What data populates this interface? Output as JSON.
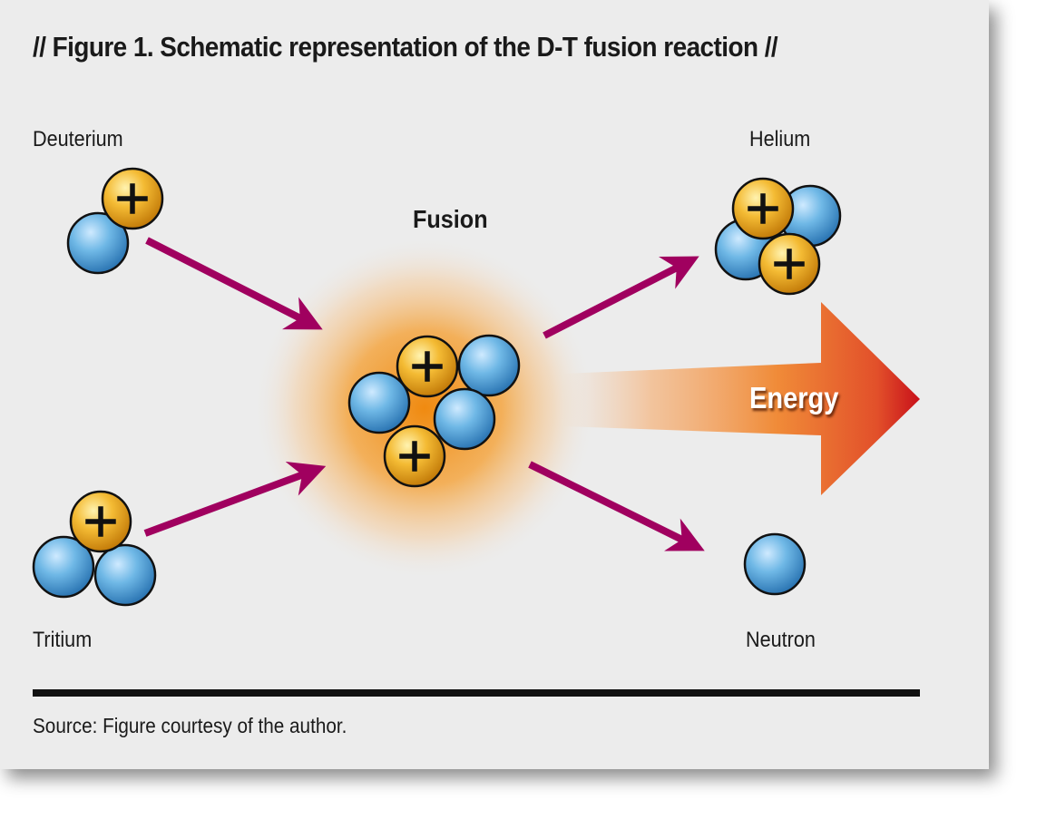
{
  "title": "// Figure 1. Schematic representation of the D-T fusion reaction  //",
  "labels": {
    "deuterium": "Deuterium",
    "tritium": "Tritium",
    "fusion": "Fusion",
    "helium": "Helium",
    "neutron": "Neutron",
    "energy": "Energy"
  },
  "source": "Source: Figure courtesy of the author.",
  "colors": {
    "background": "#ececec",
    "neutron": "#5aa9dc",
    "proton": "#f2b12a",
    "arrow": "#a0005f",
    "fusion_glow": "#f08c14",
    "energy_arrow": "#e2502a",
    "text": "#1a1a1a"
  },
  "particles": {
    "proton_symbol": "+",
    "proton_color_name": "yellow",
    "neutron_color_name": "blue"
  }
}
